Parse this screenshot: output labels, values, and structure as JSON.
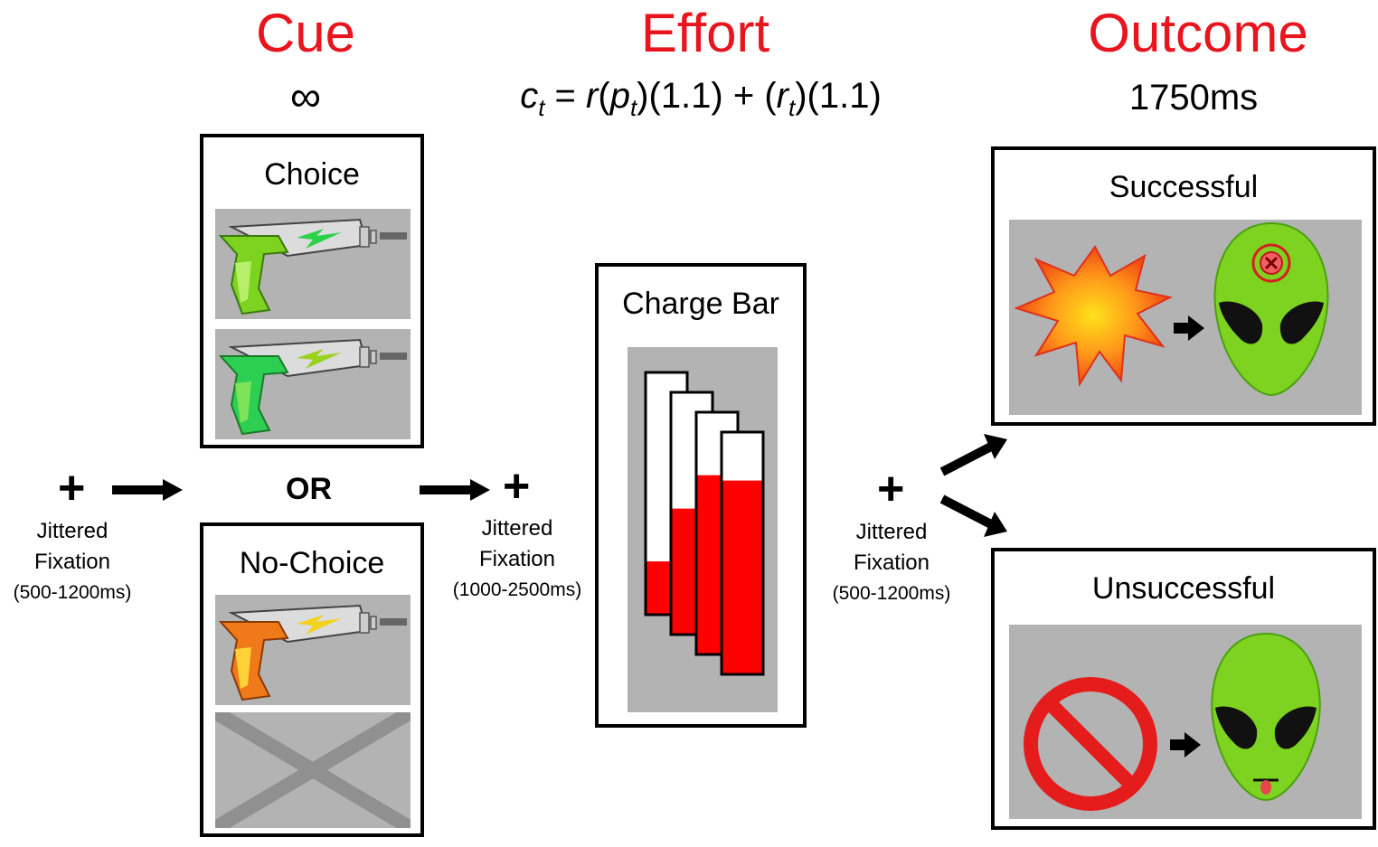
{
  "phases": {
    "cue": {
      "title": "Cue",
      "duration": "∞"
    },
    "effort": {
      "title": "Effort",
      "formula": "c_t = r(p_t)(1.1) + (r_t)(1.1)"
    },
    "outcome": {
      "title": "Outcome",
      "duration": "1750ms"
    }
  },
  "cue_panels": {
    "choice_label": "Choice",
    "or_label": "OR",
    "no_choice_label": "No-Choice"
  },
  "effort_panel": {
    "label": "Charge Bar",
    "bars": [
      {
        "fill_fraction": 0.22
      },
      {
        "fill_fraction": 0.52
      },
      {
        "fill_fraction": 0.74
      },
      {
        "fill_fraction": 0.8
      }
    ]
  },
  "outcome_panels": {
    "success_label": "Successful",
    "fail_label": "Unsuccessful"
  },
  "fixations": [
    {
      "symbol": "+",
      "line1": "Jittered",
      "line2": "Fixation",
      "range": "(500-1200ms)"
    },
    {
      "symbol": "+",
      "line1": "Jittered",
      "line2": "Fixation",
      "range": "(1000-2500ms)"
    },
    {
      "symbol": "+",
      "line1": "Jittered",
      "line2": "Fixation",
      "range": "(500-1200ms)"
    }
  ],
  "colors": {
    "title": "#e8141e",
    "panel_gray": "#b3b3b3",
    "charge_red": "#ff0000",
    "alien_green": "#7ed321",
    "choice_gun_green": "#5ad12e",
    "no_choice_gun_orange": "#f07a1a"
  },
  "icons": [
    "ray-gun-icon",
    "explosion-icon",
    "alien-icon",
    "no-symbol-icon",
    "arrow-icon"
  ]
}
